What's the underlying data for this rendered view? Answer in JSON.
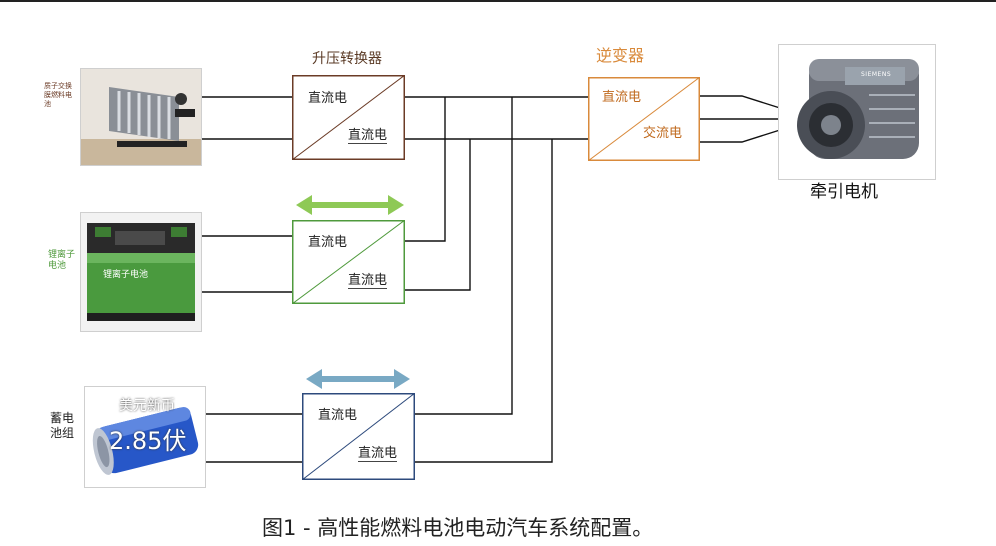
{
  "fuel_cell": {
    "label": "质子交换膜燃料电池"
  },
  "li_battery": {
    "label": "锂离子电池",
    "photo_text": "锂离子电池"
  },
  "capacitor": {
    "label": "蓄电池组",
    "photo_text_top": "美元新币",
    "photo_text_value": "2.85伏"
  },
  "boost_converter": {
    "title": "升压转换器",
    "in": "直流电",
    "out": "直流电"
  },
  "li_converter": {
    "in": "直流电",
    "out": "直流电"
  },
  "cap_converter": {
    "in": "直流电",
    "out": "直流电"
  },
  "inverter": {
    "title": "逆变器",
    "in": "直流电",
    "out": "交流电"
  },
  "motor": {
    "label": "牵引电机",
    "brand": "SIEMENS"
  },
  "caption": "图1 - 高性能燃料电池电动汽车系统配置。",
  "colors": {
    "boost": "#6b3b26",
    "li": "#4f9a3c",
    "cap": "#2d4a7c",
    "inverter": "#d98a3b",
    "arrow_green": "#8ec956",
    "arrow_blue": "#79a9c4",
    "wire": "#111111"
  }
}
